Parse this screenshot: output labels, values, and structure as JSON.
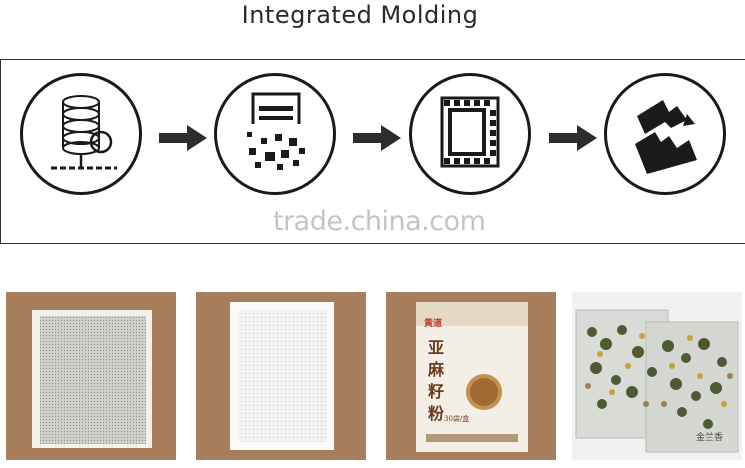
{
  "title": "Integrated Molding",
  "watermark": "trade.china.com",
  "steps": [
    {
      "icon": "spool-icon"
    },
    {
      "icon": "powder-fill-icon"
    },
    {
      "icon": "film-seal-icon"
    },
    {
      "icon": "cut-icon"
    }
  ],
  "package": {
    "brand": "黄道",
    "name_chars": [
      "亚",
      "麻",
      "籽",
      "粉"
    ],
    "spec": "30袋/盒",
    "footer": "······"
  },
  "sachet_label": "金兰香"
}
